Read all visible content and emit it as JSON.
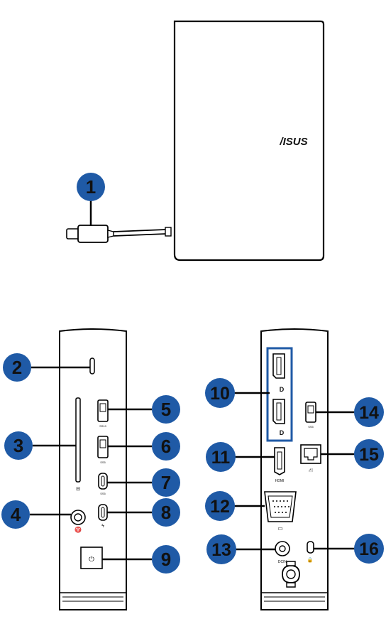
{
  "colors": {
    "callout_fill": "#1f5aa6",
    "callout_text": "#111111",
    "line": "#000000",
    "bg": "#ffffff"
  },
  "top_unit": {
    "logo": "/ISUS",
    "callouts": [
      {
        "number": "1",
        "part": "power-adapter-connector"
      }
    ]
  },
  "front_panel": {
    "callouts": [
      {
        "number": "2",
        "part": "power-led"
      },
      {
        "number": "3",
        "part": "memory-card-slot"
      },
      {
        "number": "4",
        "part": "headphone-jack"
      },
      {
        "number": "5",
        "part": "usb-port-top"
      },
      {
        "number": "6",
        "part": "usb-port-bottom"
      },
      {
        "number": "7",
        "part": "usb-c-port"
      },
      {
        "number": "8",
        "part": "thunderbolt-port"
      },
      {
        "number": "9",
        "part": "power-button"
      }
    ],
    "port_labels": {
      "usb_a_1": "SS10",
      "usb_a_2": "SS5",
      "usb_c_1": "SS5",
      "usb_c_2": "ϟ"
    }
  },
  "rear_panel": {
    "callouts": [
      {
        "number": "10",
        "part": "displayport-ports"
      },
      {
        "number": "11",
        "part": "hdmi-port"
      },
      {
        "number": "12",
        "part": "vga-port"
      },
      {
        "number": "13",
        "part": "dc-in-port"
      },
      {
        "number": "14",
        "part": "usb-port"
      },
      {
        "number": "15",
        "part": "lan-port"
      },
      {
        "number": "16",
        "part": "kensington-lock"
      }
    ],
    "port_labels": {
      "displayport": "D",
      "hdmi": "HDMI",
      "usb": "SS5",
      "dc_in": "DCIN"
    }
  }
}
